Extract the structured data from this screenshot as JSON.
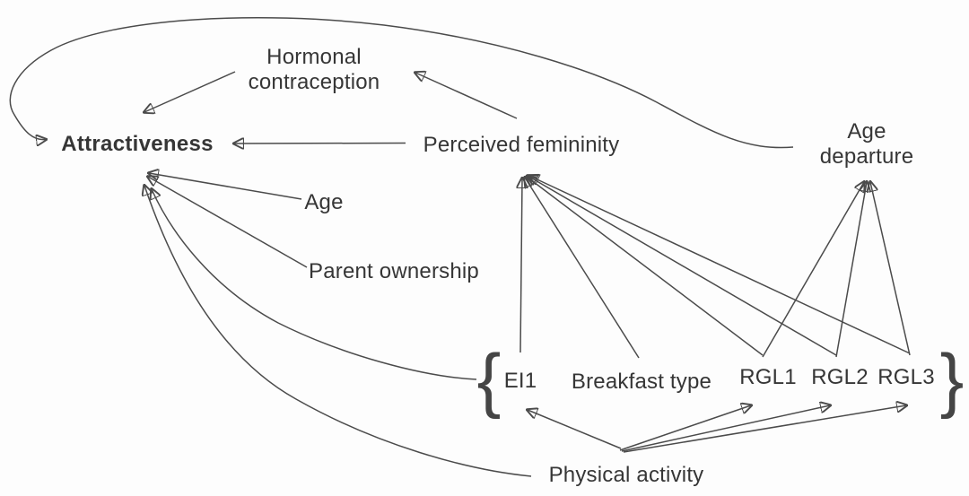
{
  "diagram": {
    "type": "causal-dag",
    "nodes": {
      "attractiveness": {
        "label": "Attractiveness"
      },
      "hormonal_contraception": {
        "label": "Hormonal\ncontraception"
      },
      "perceived_femininity": {
        "label": "Perceived femininity"
      },
      "age_departure": {
        "label": "Age departure"
      },
      "age": {
        "label": "Age"
      },
      "parent_ownership": {
        "label": "Parent ownership"
      },
      "ei1": {
        "label": "EI1"
      },
      "breakfast_type": {
        "label": "Breakfast type"
      },
      "rgl1": {
        "label": "RGL1"
      },
      "rgl2": {
        "label": "RGL2"
      },
      "rgl3": {
        "label": "RGL3"
      },
      "physical_activity": {
        "label": "Physical activity"
      }
    },
    "braces": {
      "left": "{",
      "right": "}"
    },
    "edges": [
      {
        "from": "Hormonal contraception",
        "to": "Attractiveness"
      },
      {
        "from": "Perceived femininity",
        "to": "Hormonal contraception"
      },
      {
        "from": "Perceived femininity",
        "to": "Attractiveness"
      },
      {
        "from": "Age departure",
        "to": "Attractiveness"
      },
      {
        "from": "Age",
        "to": "Attractiveness"
      },
      {
        "from": "Parent ownership",
        "to": "Attractiveness"
      },
      {
        "from": "Braced group {EI1, Breakfast type, RGL1, RGL2, RGL3}",
        "to": "Attractiveness"
      },
      {
        "from": "Physical activity",
        "to": "Attractiveness"
      },
      {
        "from": "EI1",
        "to": "Perceived femininity"
      },
      {
        "from": "Breakfast type",
        "to": "Perceived femininity"
      },
      {
        "from": "RGL1",
        "to": "Perceived femininity"
      },
      {
        "from": "RGL2",
        "to": "Perceived femininity"
      },
      {
        "from": "RGL3",
        "to": "Perceived femininity"
      },
      {
        "from": "RGL1",
        "to": "Age departure"
      },
      {
        "from": "RGL2",
        "to": "Age departure"
      },
      {
        "from": "RGL3",
        "to": "Age departure"
      },
      {
        "from": "Physical activity",
        "to": "EI1"
      },
      {
        "from": "Physical activity",
        "to": "RGL1"
      },
      {
        "from": "Physical activity",
        "to": "RGL2"
      },
      {
        "from": "Physical activity",
        "to": "RGL3"
      }
    ],
    "colors": {
      "line": "#4b4b4b",
      "text": "#363636",
      "background": "#fdfdfd"
    }
  }
}
